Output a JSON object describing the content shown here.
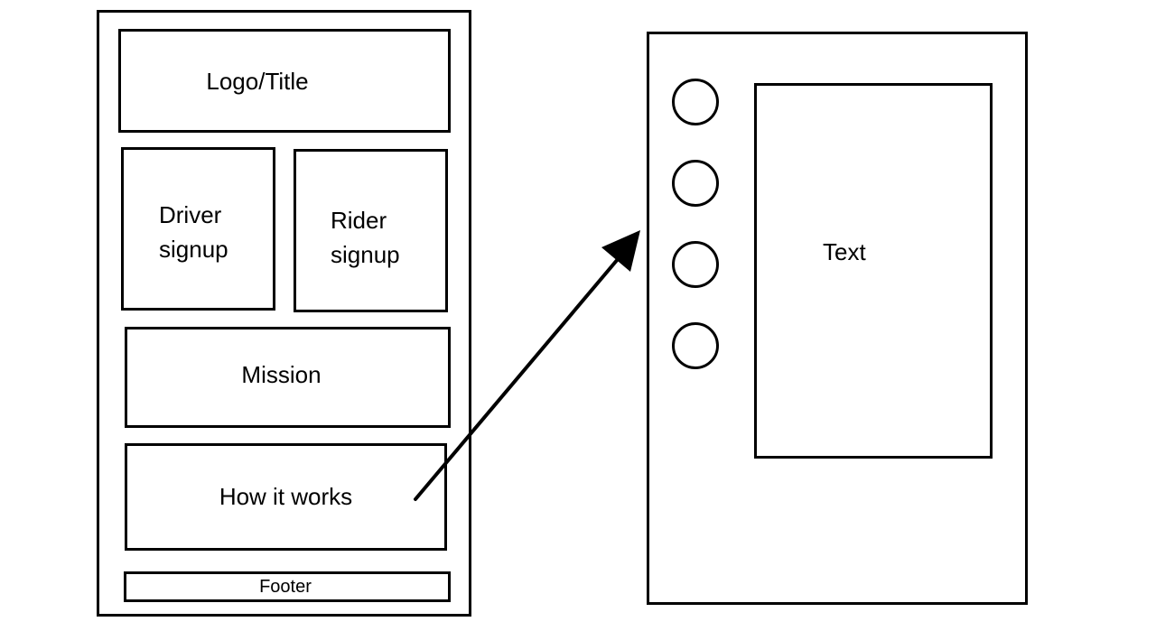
{
  "home_wireframe": {
    "logo_title": "Logo/Title",
    "driver_signup": "Driver\nsignup",
    "rider_signup": "Rider\nsignup",
    "mission": "Mission",
    "how_it_works": "How it works",
    "footer": "Footer"
  },
  "detail_wireframe": {
    "text_panel": "Text",
    "step_count": 4
  },
  "colors": {
    "stroke": "#000000",
    "background": "#ffffff"
  }
}
